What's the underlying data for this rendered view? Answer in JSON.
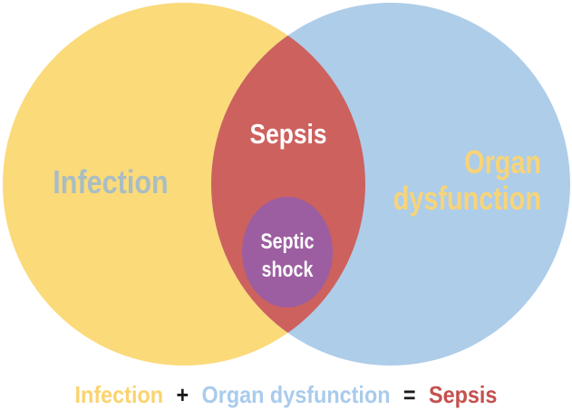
{
  "diagram": {
    "type": "venn",
    "background_color": "#FFFFFF",
    "regions": {
      "infection": {
        "label": "Infection",
        "fill": "#FBDA7A",
        "label_color": "#A9BDC3"
      },
      "organ_dysfunction": {
        "label_line1": "Organ",
        "label_line2": "dysfunction",
        "fill": "#AECDE9",
        "label_color": "#F8D478"
      },
      "sepsis_intersection": {
        "label": "Sepsis",
        "fill": "#CD615E",
        "label_color": "#FFFFFF"
      },
      "septic_shock": {
        "label_line1": "Septic",
        "label_line2": "shock",
        "fill": "#9C5EA1",
        "label_color": "#FFFFFF"
      }
    },
    "caption": {
      "parts": [
        {
          "text": "Infection",
          "color": "#FBD36E"
        },
        {
          "text": "+",
          "color": "#1A1A1A"
        },
        {
          "text": "Organ dysfunction",
          "color": "#A9CBEC"
        },
        {
          "text": "=",
          "color": "#1A1A1A"
        },
        {
          "text": "Sepsis",
          "color": "#C4504E"
        }
      ]
    }
  }
}
